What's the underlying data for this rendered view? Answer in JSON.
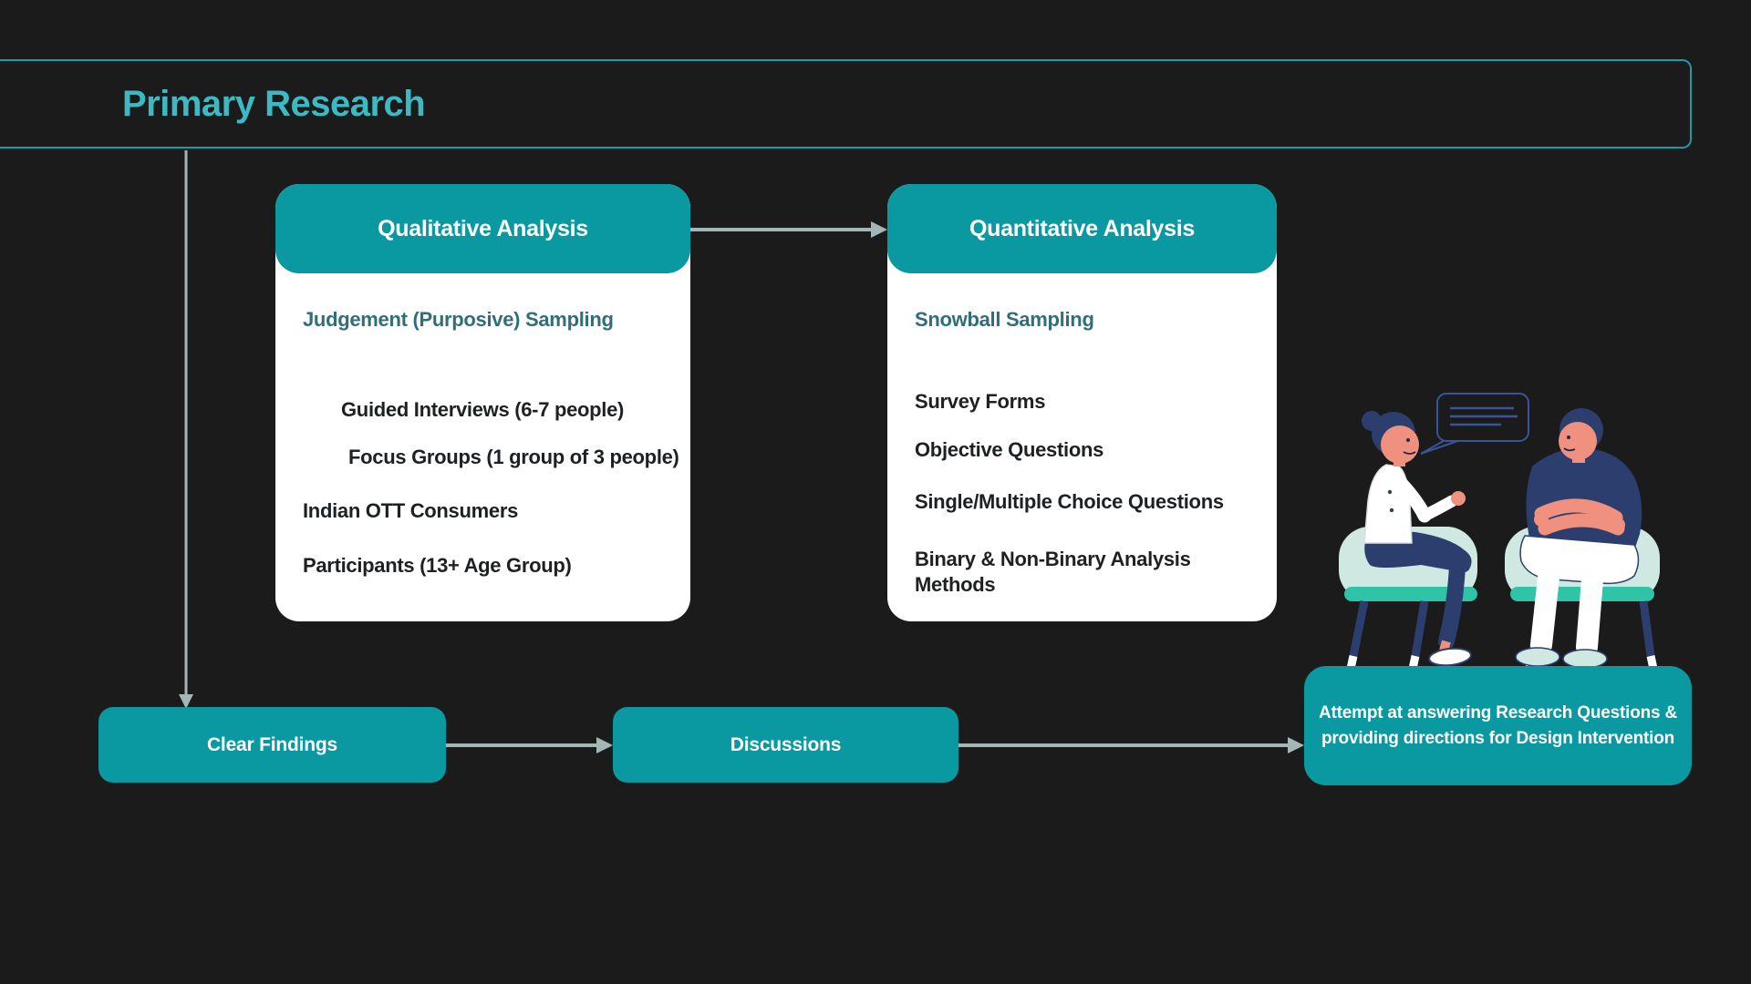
{
  "page": {
    "title": "Primary Research",
    "background": "#1b1b1b"
  },
  "colors": {
    "accent_teal": "#0a98a1",
    "title_text_teal": "#3cb9c3",
    "title_border_teal": "#1e99a6",
    "subtitle_dark_teal": "#306e79",
    "body_text": "#1e2123",
    "card_background": "#ffffff",
    "arrow_gray": "#a4b7b6"
  },
  "cards": {
    "qualitative": {
      "title": "Qualitative Analysis",
      "subtitle": "Judgement (Purposive) Sampling",
      "items": [
        {
          "label": "Guided Interviews (6-7 people)"
        },
        {
          "label": "Focus Groups (1 group of 3 people)"
        },
        {
          "label": "Indian OTT Consumers"
        },
        {
          "label": "Participants (13+ Age Group)"
        }
      ]
    },
    "quantitative": {
      "title": "Quantitative Analysis",
      "subtitle": "Snowball Sampling",
      "items": [
        {
          "label": "Survey Forms"
        },
        {
          "label": "Objective Questions"
        },
        {
          "label": "Single/Multiple Choice Questions"
        },
        {
          "label": "Binary & Non-Binary Analysis Methods"
        }
      ]
    }
  },
  "flow": {
    "clear_findings": "Clear Findings",
    "discussions": "Discussions",
    "outcome_line1": "Attempt at answering Research Questions &",
    "outcome_line2": "providing directions for Design Intervention"
  },
  "icons": {
    "illustration": "two-people-interview",
    "speech_bubble": "speech-bubble"
  }
}
